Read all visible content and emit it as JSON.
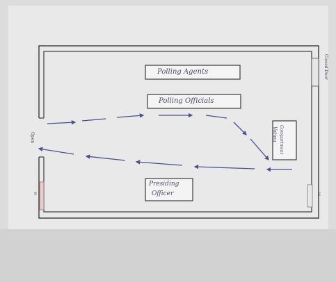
{
  "diagram": {
    "boxes": {
      "polling_agents": "Polling Agents",
      "polling_officials": "Polling Officials",
      "voting_compartment": [
        "Voting",
        "Compartment"
      ],
      "presiding_officer": [
        "Presiding",
        "Officer"
      ]
    },
    "labels": {
      "closed_door": [
        "Closed",
        "Door"
      ],
      "open": "Open",
      "left_w": "W",
      "right_w": "W"
    },
    "colors": {
      "arrow": "#4b4f8e",
      "wall": "#3a3a3a",
      "box_fill": "#f4f4f4"
    }
  }
}
